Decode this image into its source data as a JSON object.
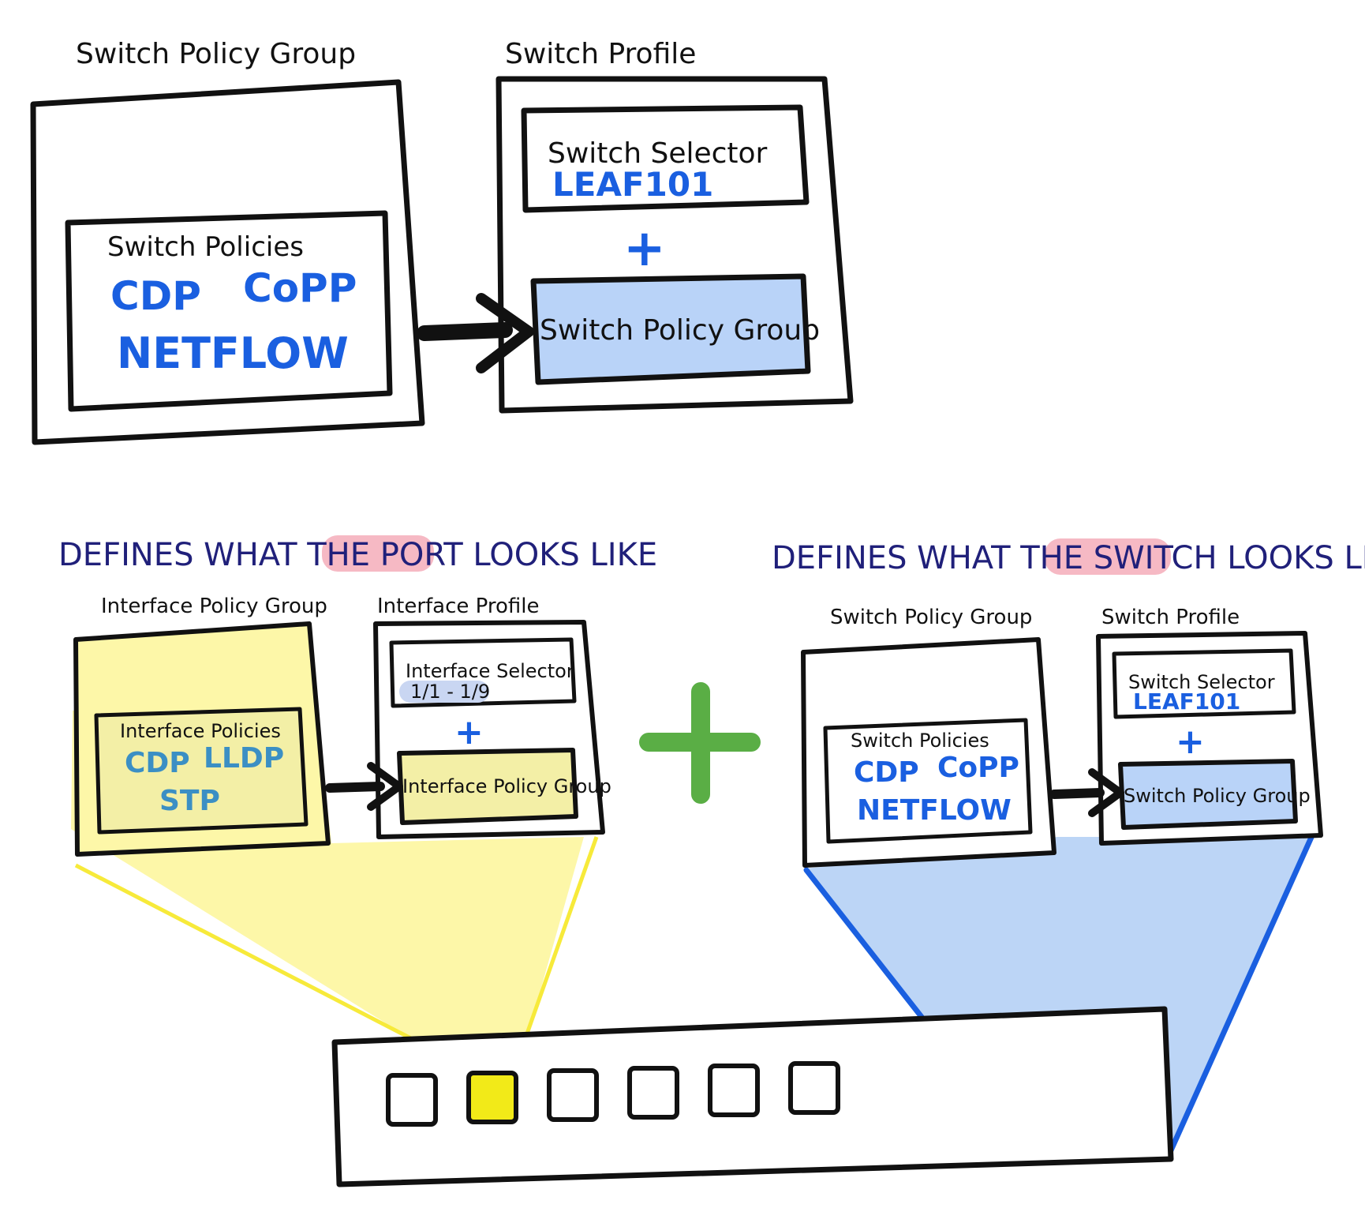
{
  "colors": {
    "ink": "#111111",
    "policy_text": "#1a5fe0",
    "interface_policy_text": "#3b8fc4",
    "heading": "#20207a",
    "highlight_pink": "#f6b9c4",
    "switch_fill": "#b9d3f8",
    "interface_fill": "#f3efa6",
    "yellow_cone": "#fdf7a8",
    "blue_cone": "#bcd5f6",
    "blue_line": "#1a5fe0",
    "yellow_line": "#f7ea3a",
    "port_selected": "#f2ea18",
    "plus_green": "#5aae45"
  },
  "top": {
    "spg_label": "Switch Policy Group",
    "sp_label": "Switch Profile",
    "policies_title": "Switch Policies",
    "policy_line1a": "CDP",
    "policy_line1b": "CoPP",
    "policy_line2": "NETFLOW",
    "selector_title": "Switch  Selector",
    "selector_value": "LEAF101",
    "plus": "+",
    "group_ref": "Switch Policy Group"
  },
  "bottom_left": {
    "heading_pre": "DEFINES WHAT THE ",
    "heading_hl": "PORT",
    "heading_post": " LOOKS LIKE",
    "ipg_label": "Interface Policy Group",
    "ip_label": "Interface Profile",
    "policies_title": "Interface Policies",
    "policy_line1a": "CDP",
    "policy_line1b": "LLDP",
    "policy_line2": "STP",
    "selector_title": "Interface Selector",
    "selector_value": "1/1 - 1/9",
    "plus": "+",
    "group_ref": "Interface Policy Group"
  },
  "bottom_right": {
    "heading_pre": "DEFINES WHAT THE ",
    "heading_hl": "SWITCH",
    "heading_post": " LOOKS LIKE",
    "spg_label": "Switch Policy Group",
    "sp_label": "Switch Profile",
    "policies_title": "Switch Policies",
    "policy_line1a": "CDP",
    "policy_line1b": "CoPP",
    "policy_line2": "NETFLOW",
    "selector_title": "Switch  Selector",
    "selector_value": "LEAF101",
    "plus": "+",
    "group_ref": "Switch Policy Group"
  },
  "combine_plus": "+",
  "switch_device": {
    "port_count": 6,
    "selected_port": 2
  }
}
